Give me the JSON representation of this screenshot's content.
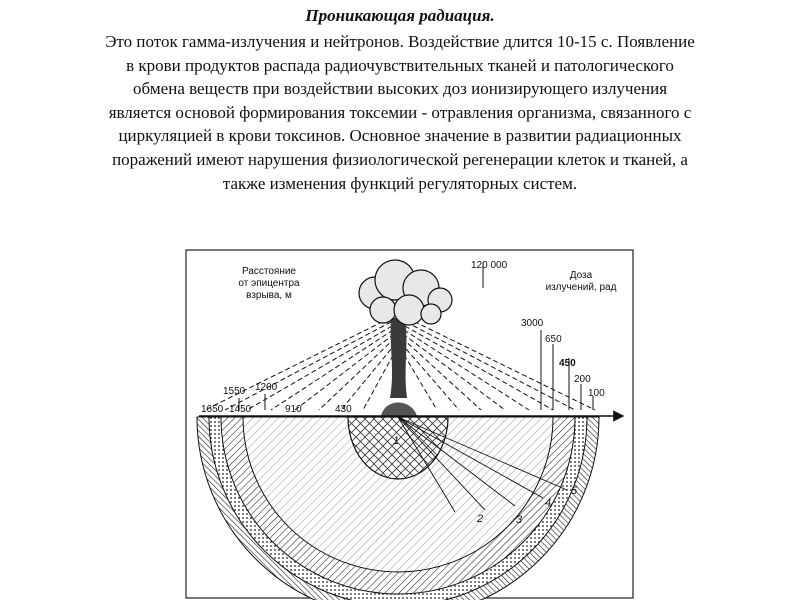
{
  "slide": {
    "title": "Проникающая радиация.",
    "body_lines": [
      "Это поток гамма-излучения и нейтронов. Воздействие длится 10-15 с. Появление",
      "в крови продуктов распада радиочувствительных тканей и патологического",
      "обмена веществ при воздействии высоких доз ионизирующего излучения",
      "является основой формирования токсемии - отравления организма, связанного с",
      "циркуляцией в крови токсинов. Основное значение в развитии радиационных",
      "поражений имеют нарушения физиологической регенерации клеток и тканей, а",
      "также изменения функций регуляторных систем."
    ]
  },
  "figure": {
    "left_header": [
      "Расстояние",
      "от эпицентра",
      "взрыва, м"
    ],
    "right_header": [
      "Доза",
      "излучений, рад"
    ],
    "distances_top": [
      "1550",
      "1200"
    ],
    "distances_axis": [
      "1650",
      "1450",
      "910",
      "430"
    ],
    "doses": [
      "120 000",
      "3000",
      "650",
      "450",
      "200",
      "100"
    ],
    "zones": [
      "1",
      "2",
      "3",
      "4",
      "5"
    ]
  }
}
